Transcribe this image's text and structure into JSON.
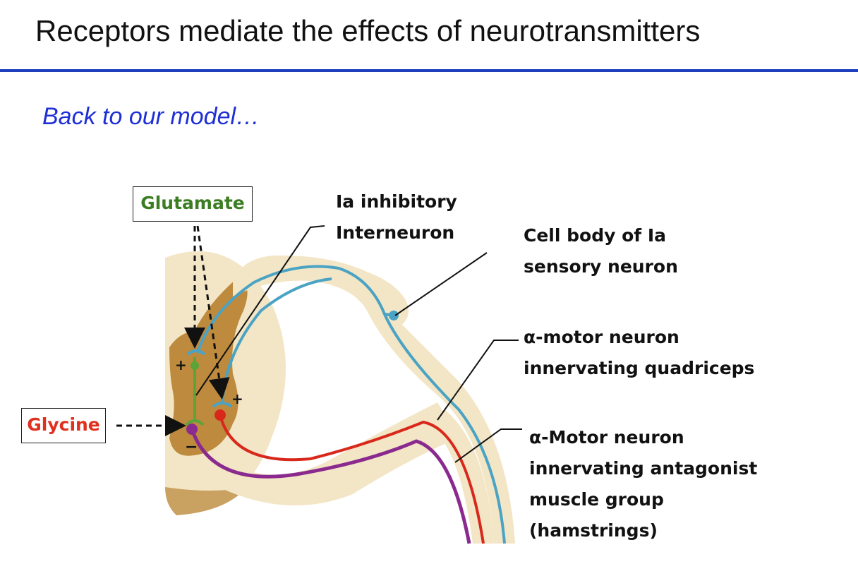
{
  "title": "Receptors mediate the effects of neurotransmitters",
  "subtitle": "Back to our model…",
  "diagram": {
    "transmitters": {
      "glutamate": {
        "label": "Glutamate",
        "color": "#3b7d22"
      },
      "glycine": {
        "label": "Glycine",
        "color": "#e0301e"
      }
    },
    "labels": {
      "interneuron": [
        "Ia inhibitory",
        "Interneuron"
      ],
      "sensory": [
        "Cell body of Ia",
        "sensory neuron"
      ],
      "motor_quad": [
        "α-motor neuron",
        "innervating quadriceps"
      ],
      "motor_antag": [
        "α-Motor neuron",
        "innervating antagonist",
        "muscle group",
        "(hamstrings)"
      ]
    },
    "signs": {
      "plus": "+",
      "minus": "−"
    },
    "neuron_colors": {
      "sensory": "#4aa3c4",
      "motor_quad": "#d8281c",
      "motor_antag": "#8a2a8e",
      "interneuron": "#5aa43a"
    }
  }
}
